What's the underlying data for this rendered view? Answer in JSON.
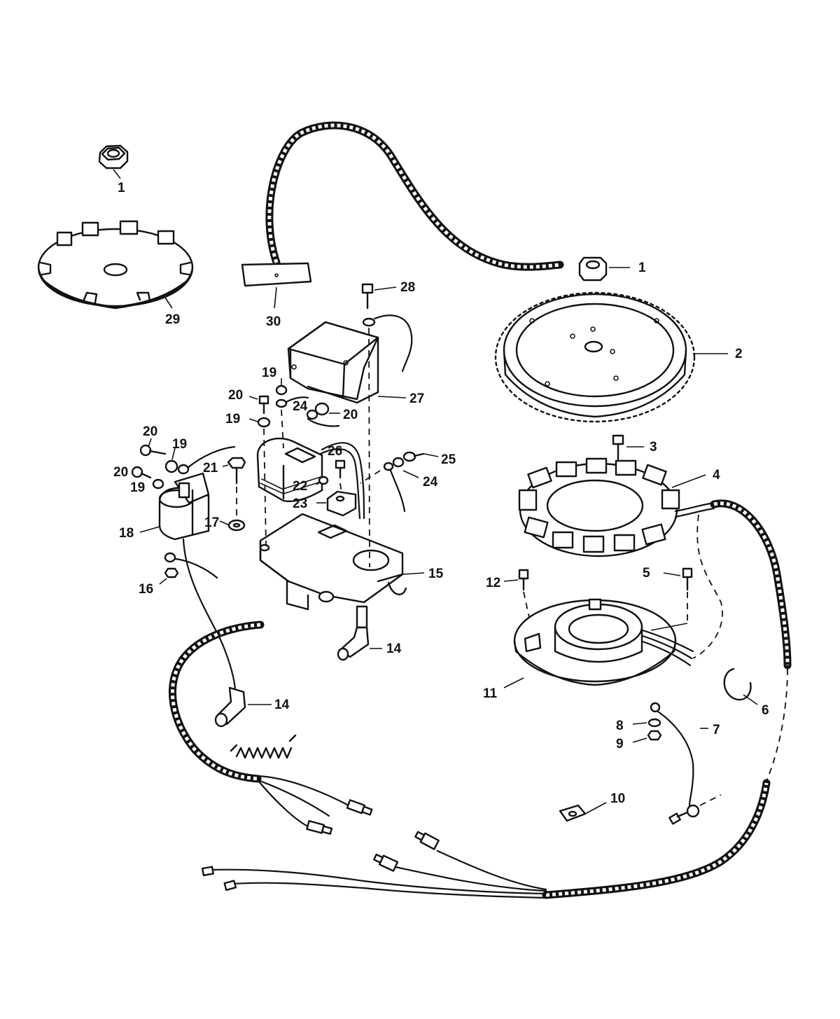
{
  "callouts": {
    "c1a": "1",
    "c1b": "1",
    "c2": "2",
    "c3": "3",
    "c4": "4",
    "c5": "5",
    "c6": "6",
    "c7": "7",
    "c8": "8",
    "c9": "9",
    "c10": "10",
    "c11": "11",
    "c12": "12",
    "c14a": "14",
    "c14b": "14",
    "c15": "15",
    "c16": "16",
    "c17": "17",
    "c18": "18",
    "c19a": "19",
    "c19b": "19",
    "c19c": "19",
    "c19d": "19",
    "c20a": "20",
    "c20b": "20",
    "c20c": "20",
    "c20d": "20",
    "c21": "21",
    "c22": "22",
    "c23": "23",
    "c24a": "24",
    "c24b": "24",
    "c25": "25",
    "c26": "26",
    "c27": "27",
    "c28": "28",
    "c29": "29",
    "c30": "30"
  },
  "colors": {
    "ink": "#111111",
    "paper": "#ffffff"
  }
}
